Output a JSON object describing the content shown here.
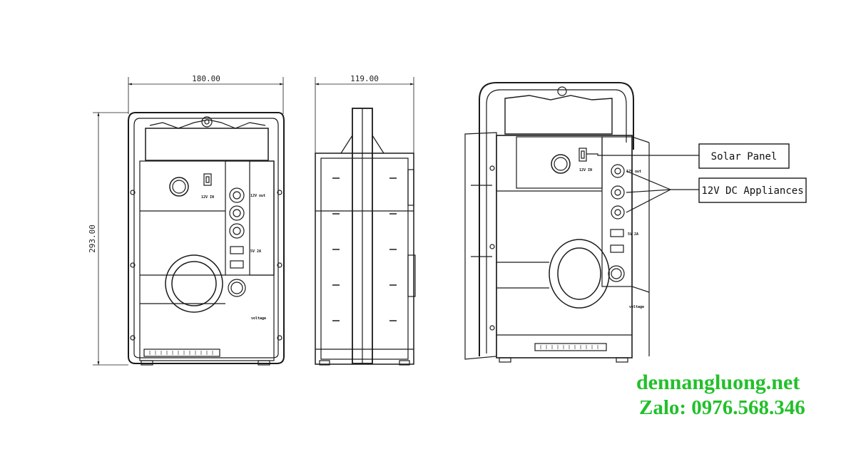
{
  "dimensions": {
    "width": "180.00",
    "depth": "119.00",
    "height": "293.00"
  },
  "panel_labels": {
    "input": "12V IN",
    "dc_out": "12V out",
    "usb_out": "5V 2A",
    "voltage": "voltage"
  },
  "callouts": {
    "solar_panel": "Solar Panel",
    "dc_appliances": "12V DC Appliances"
  },
  "watermark": {
    "site": "dennangluong.net",
    "zalo": "Zalo: 0976.568.346"
  },
  "colors": {
    "line": "#1a1a1a",
    "watermark": "#22c02a"
  }
}
